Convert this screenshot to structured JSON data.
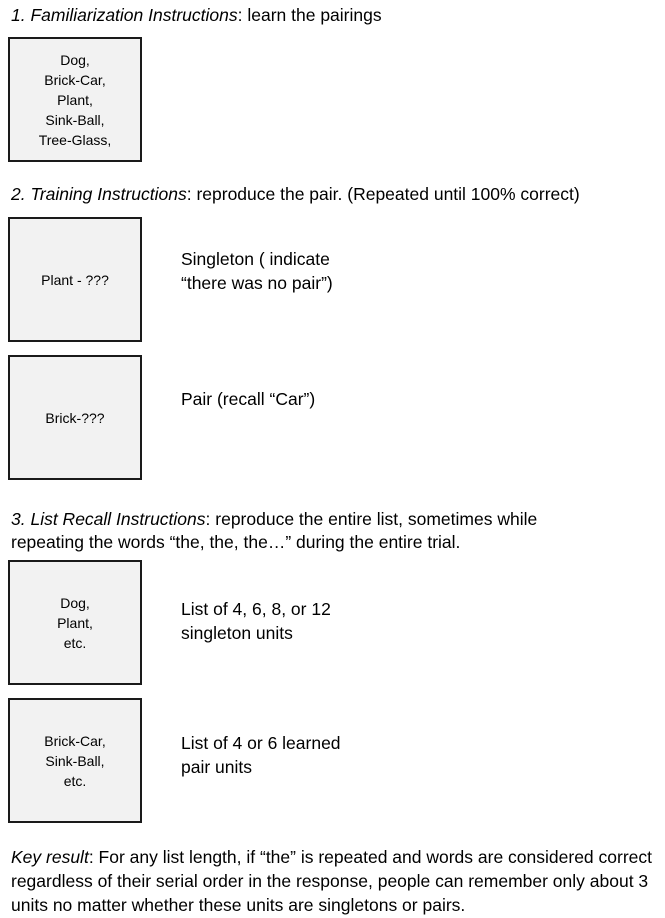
{
  "section1": {
    "label": "1. Familiarization Instructions",
    "instruction": ":  learn the pairings",
    "box_text": "Dog,\nBrick-Car,\nPlant,\nSink-Ball,\nTree-Glass,"
  },
  "section2": {
    "label": "2. Training Instructions",
    "instruction": ":  reproduce the pair.  (Repeated until 100% correct)",
    "examples": [
      {
        "box_text": "Plant - ???",
        "description": "Singleton ( indicate\n“there was no pair”)"
      },
      {
        "box_text": "Brick-???",
        "description": "Pair (recall “Car”)"
      }
    ]
  },
  "section3": {
    "label": "3. List Recall Instructions",
    "instruction_line1": ":  reproduce the entire list, sometimes while",
    "instruction_line2": "repeating the words “the, the, the…” during the entire trial.",
    "examples": [
      {
        "box_text": "Dog,\nPlant,\netc.",
        "description": "List of 4, 6, 8, or 12\nsingleton units"
      },
      {
        "box_text": "Brick-Car,\nSink-Ball,\netc.",
        "description": "List of 4 or 6 learned\npair units"
      }
    ]
  },
  "key_result": {
    "label": "Key result",
    "text": ":  For any list length, if “the” is repeated and words are considered correct regardless of their serial order in the response, people can remember only about 3 units no matter whether these units are singletons or pairs."
  }
}
